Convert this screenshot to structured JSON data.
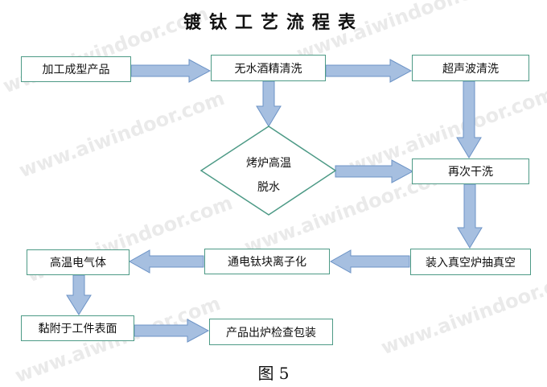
{
  "title": "镀钛工艺流程表",
  "caption": "图 5",
  "watermark": "www.aiwindoor.com",
  "colors": {
    "box_border": "#4d9a86",
    "arrow_fill": "#a6bfe0",
    "arrow_stroke": "#6c93c6",
    "text": "#111111"
  },
  "steps": {
    "step1": "加工成型产品",
    "step2": "无水酒精清洗",
    "step3": "超声波清洗",
    "step4_line1": "烤炉高温",
    "step4_line2": "脱水",
    "step5": "再次干洗",
    "step6": "装入真空炉抽真空",
    "step7": "通电钛块离子化",
    "step8": "高温电气体",
    "step9": "黏附于工件表面",
    "step10": "产品出炉检查包装"
  }
}
